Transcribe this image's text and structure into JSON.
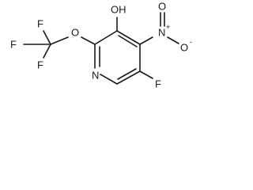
{
  "molecule": {
    "atoms": {
      "oh": "OH",
      "nitro_n": "N",
      "nitro_o": "O",
      "nitro_o_minus": "O",
      "ether_o": "O",
      "f1": "F",
      "f2": "F",
      "f3": "F",
      "ring_n": "N",
      "ring_f": "F"
    },
    "charges": {
      "n_plus": "+",
      "o_minus": "-"
    }
  }
}
